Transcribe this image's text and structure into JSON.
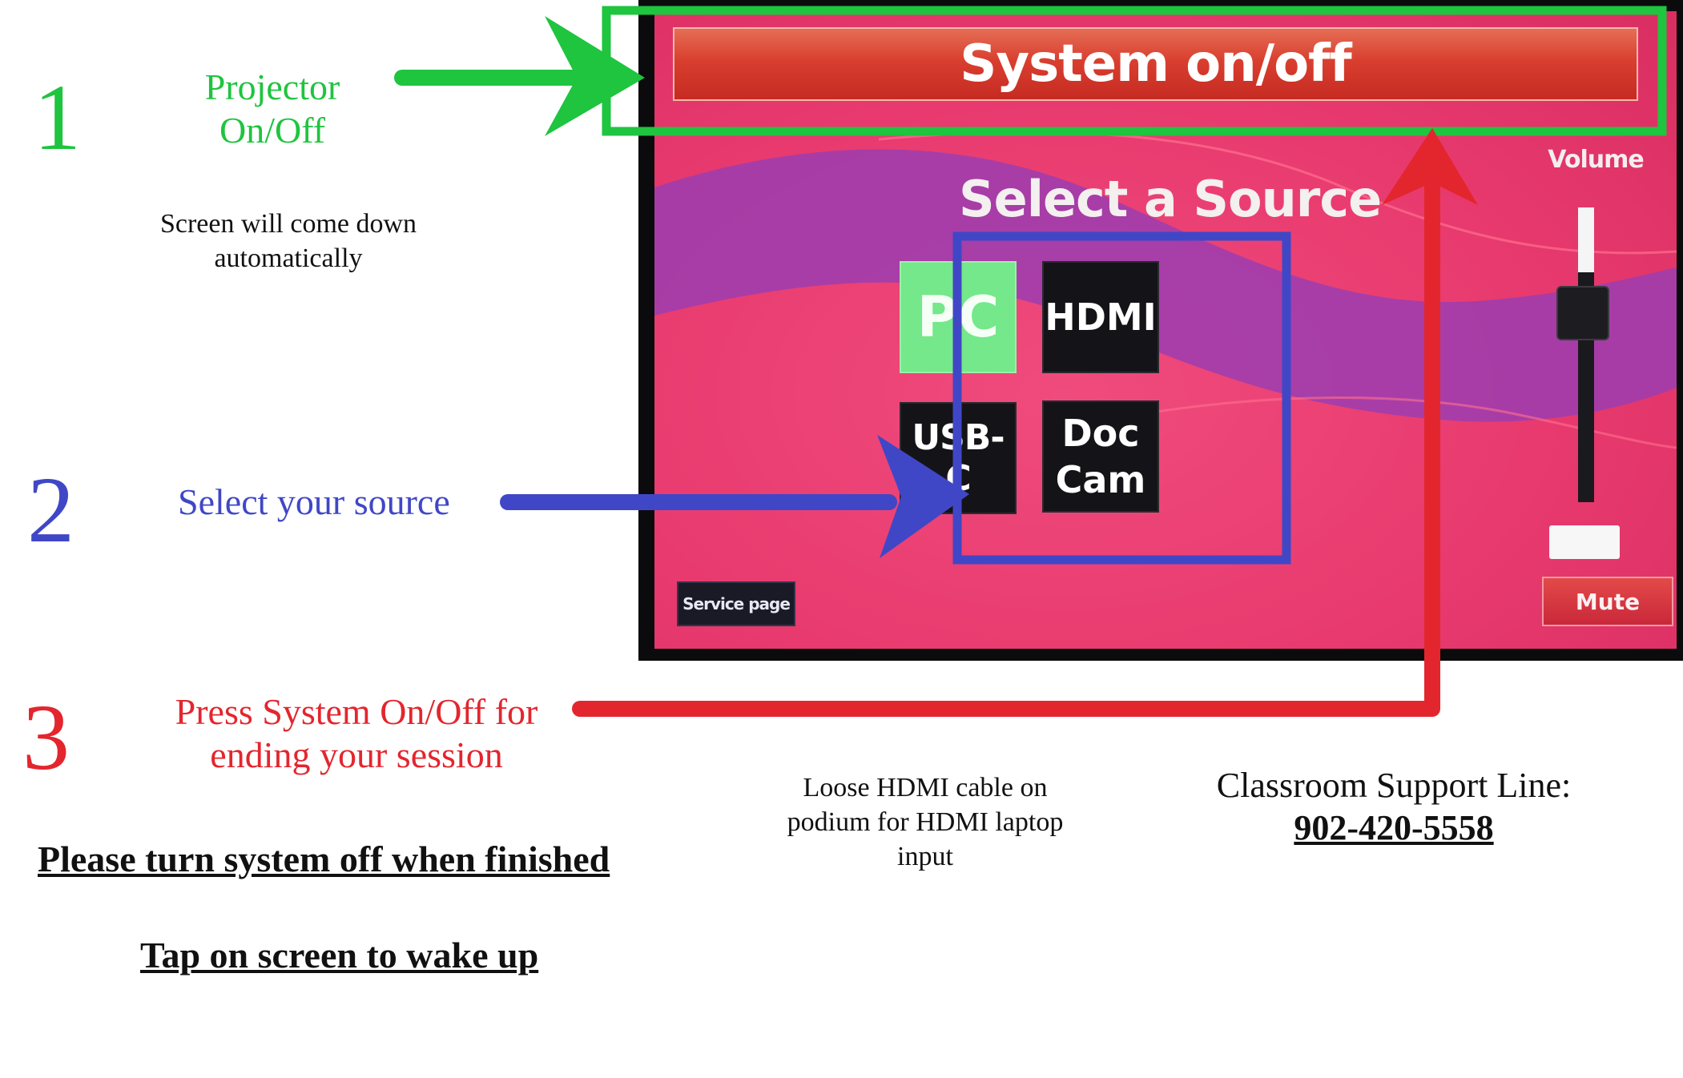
{
  "steps": [
    {
      "number": "1",
      "title": "Projector On/Off",
      "note": "Screen will come down automatically"
    },
    {
      "number": "2",
      "title": "Select your source"
    },
    {
      "number": "3",
      "title": "Press System On/Off for ending your session"
    }
  ],
  "notes": {
    "turn_off": "Please turn system off when finished",
    "wake": "Tap on screen to wake up",
    "hdmi_cable": "Loose HDMI cable on podium for HDMI laptop input",
    "support_prefix": "Classroom Support Line:",
    "support_phone": "902-420-5558"
  },
  "panel": {
    "system_button": "System on/off",
    "select_title": "Select a Source",
    "sources": [
      {
        "label": "PC",
        "selected": true
      },
      {
        "label": "HDMI",
        "selected": false
      },
      {
        "label": "USB-C",
        "selected": false
      },
      {
        "label": "Doc Cam",
        "selected": false
      }
    ],
    "volume_label": "Volume",
    "volume_level": 0.62,
    "mute_label": "Mute",
    "service_label": "Service page"
  },
  "colors": {
    "step1": "#1fc43f",
    "step2": "#4047c6",
    "step3": "#e3262e",
    "selected_source": "#74e88a",
    "panel_background": "#e83a6e"
  },
  "icons": [
    "arrow-right-icon",
    "arrow-up-icon"
  ]
}
